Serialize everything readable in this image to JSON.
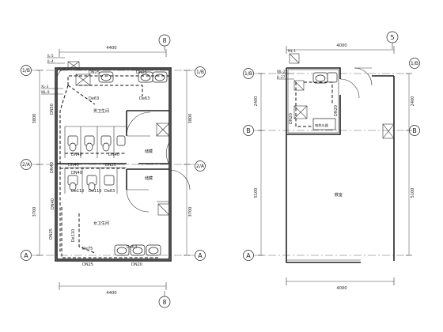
{
  "left_plan": {
    "dim_top": "4400",
    "dim_bottom": "4400",
    "dim_left_upper": "3800",
    "dim_left_lower": "3700",
    "dim_right_upper": "3800",
    "dim_right_lower": "3700",
    "axis_top": "8",
    "axis_bottom": "8",
    "axis_1b_left": "1/B",
    "axis_1b_right": "1/B",
    "axis_2a_left": "2/A",
    "axis_2a_right": "2/A",
    "axis_a_left": "A",
    "axis_a_right": "A",
    "jl_5": "JL-5",
    "jl_4": "JL-4",
    "xl_3": "XL-3",
    "wl_9": "WL-9",
    "dn25_top": "DN25",
    "dn25_top2": "DN25",
    "de63_left": "De63",
    "de63_right": "De63",
    "dn50_top": "DN50",
    "dn40_row1": "DN40",
    "dn40_row2a": "DN40",
    "dn40_row2b": "DN40",
    "dn40_left": "DN40",
    "dn40_mid": "DN40",
    "dn25_mid": "DN25",
    "de110_a": "De110",
    "de110_b": "De110",
    "de63_mid": "De63",
    "dn25_side": "DN25",
    "de110_side": "De110",
    "dn40_vertical": "DN40",
    "de75": "De75",
    "de63_bottom": "De63",
    "dn25_bottom": "DN25",
    "dn20_bottom": "DN20",
    "room_male": "男卫生间",
    "room_female": "女卫生间",
    "room_store_upper": "储藏",
    "room_store_lower": "储藏"
  },
  "right_plan": {
    "dim_top": "4000",
    "dim_bottom": "4000",
    "dim_left_upper": "2400",
    "dim_left_lower": "5100",
    "dim_right_upper": "2400",
    "dim_right_lower": "5100",
    "axis_top": "5",
    "axis_1b": "1/B",
    "axis_b_left": "B",
    "axis_b_right": "B",
    "axis_a": "A",
    "axis_1b_right": "1/B",
    "ml_label": "ML-1",
    "wl_label": "WL-27",
    "jl_label": "JL-27",
    "dn20_a": "DN20",
    "dn20_b": "DN20",
    "heater_label": "电热水器",
    "room_large": "教室"
  }
}
